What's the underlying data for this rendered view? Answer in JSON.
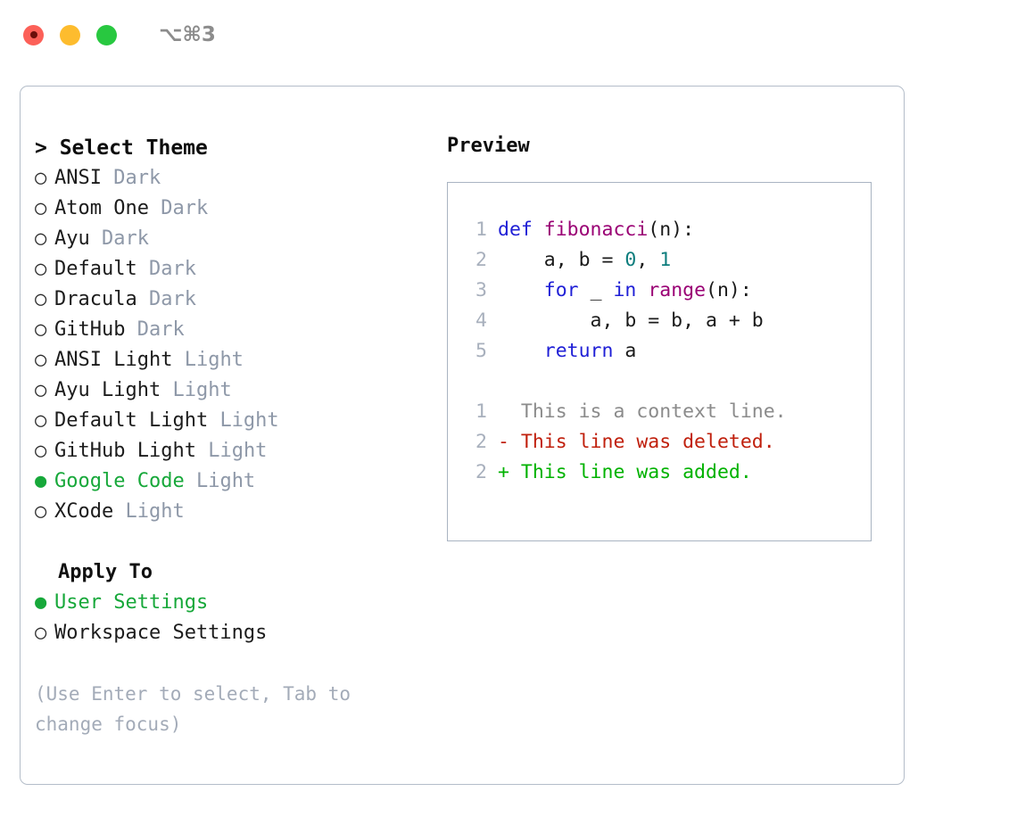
{
  "titlebar": {
    "buttons": [
      {
        "name": "close",
        "color": "#fc6058"
      },
      {
        "name": "minimize",
        "color": "#fdbc2e"
      },
      {
        "name": "maximize",
        "color": "#28c840"
      }
    ],
    "shortcut": "⌥⌘3"
  },
  "theme_selector": {
    "heading_marker": "> ",
    "heading": "Select Theme",
    "selected_theme": "Google Code",
    "bullet_on": "●",
    "bullet_off": "○",
    "options": [
      {
        "name": "ANSI",
        "tag": "Dark",
        "selected": false
      },
      {
        "name": "Atom One",
        "tag": "Dark",
        "selected": false
      },
      {
        "name": "Ayu",
        "tag": "Dark",
        "selected": false
      },
      {
        "name": "Default",
        "tag": "Dark",
        "selected": false
      },
      {
        "name": "Dracula",
        "tag": "Dark",
        "selected": false
      },
      {
        "name": "GitHub",
        "tag": "Dark",
        "selected": false
      },
      {
        "name": "ANSI Light",
        "tag": "Light",
        "selected": false
      },
      {
        "name": "Ayu Light",
        "tag": "Light",
        "selected": false
      },
      {
        "name": "Default Light",
        "tag": "Light",
        "selected": false
      },
      {
        "name": "GitHub Light",
        "tag": "Light",
        "selected": false
      },
      {
        "name": "Google Code",
        "tag": "Light",
        "selected": true
      },
      {
        "name": "XCode",
        "tag": "Light",
        "selected": false
      }
    ]
  },
  "apply_to": {
    "heading": "Apply To",
    "selected": "User Settings",
    "options": [
      {
        "name": "User Settings",
        "selected": true
      },
      {
        "name": "Workspace Settings",
        "selected": false
      }
    ]
  },
  "hint": "(Use Enter to select, Tab to change focus)",
  "preview": {
    "title": "Preview",
    "code_lines": [
      {
        "number": "1",
        "tokens": [
          {
            "t": "def ",
            "c": "kw"
          },
          {
            "t": "fibonacci",
            "c": "fn"
          },
          {
            "t": "(n):",
            "c": "plain"
          }
        ]
      },
      {
        "number": "2",
        "tokens": [
          {
            "t": "    a, b = ",
            "c": "plain"
          },
          {
            "t": "0",
            "c": "num"
          },
          {
            "t": ", ",
            "c": "plain"
          },
          {
            "t": "1",
            "c": "num"
          }
        ]
      },
      {
        "number": "3",
        "tokens": [
          {
            "t": "    ",
            "c": "plain"
          },
          {
            "t": "for",
            "c": "kw"
          },
          {
            "t": " _ ",
            "c": "plain"
          },
          {
            "t": "in",
            "c": "kw"
          },
          {
            "t": " ",
            "c": "plain"
          },
          {
            "t": "range",
            "c": "fn"
          },
          {
            "t": "(n):",
            "c": "plain"
          }
        ]
      },
      {
        "number": "4",
        "tokens": [
          {
            "t": "        a, b = b, a + b",
            "c": "plain"
          }
        ]
      },
      {
        "number": "5",
        "tokens": [
          {
            "t": "    ",
            "c": "plain"
          },
          {
            "t": "return",
            "c": "kw"
          },
          {
            "t": " a",
            "c": "plain"
          }
        ]
      }
    ],
    "diff_lines": [
      {
        "number": "1",
        "marker": " ",
        "text": " This is a context line.",
        "kind": "d-ctx"
      },
      {
        "number": "2",
        "marker": "-",
        "text": " This line was deleted.",
        "kind": "d-del"
      },
      {
        "number": "2",
        "marker": "+",
        "text": " This line was added.",
        "kind": "d-add"
      }
    ]
  },
  "colors": {
    "accent_green": "#17a83a",
    "diff_added": "#00b200",
    "diff_deleted": "#c0200d",
    "diff_context": "#8b8b8b",
    "keyword": "#1f1fd6",
    "function": "#9a0074",
    "number": "#0d7d7d",
    "line_number": "#a8b0bd",
    "muted_tag": "#8e98a8",
    "hint_text": "#a3abb8",
    "panel_border": "#b4bdc9",
    "preview_border": "#a9b4c2"
  }
}
